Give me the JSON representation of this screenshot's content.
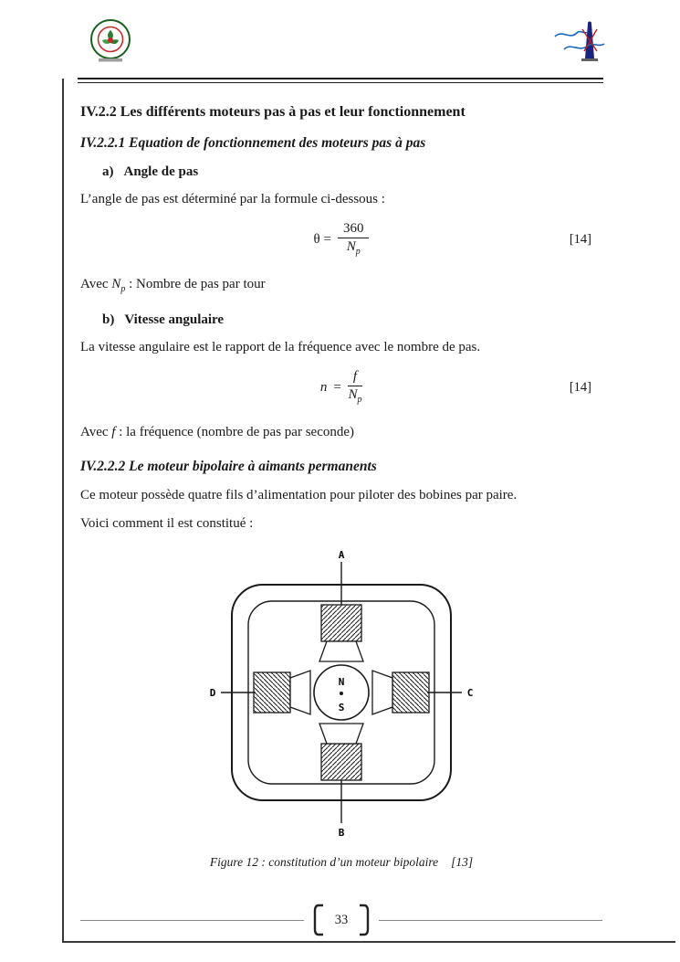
{
  "header": {
    "left_logo_icon": "university-emblem",
    "right_logo_icon": "electrical-engineering-emblem"
  },
  "content": {
    "h1": "IV.2.2 Les différents moteurs pas à pas et leur fonctionnement",
    "h2": "IV.2.2.1 Equation de fonctionnement des moteurs pas à pas",
    "item_a_label": "a)",
    "item_a_text": "Angle de pas",
    "p1": "L’angle de pas est déterminé par la formule ci-dessous :",
    "eq1": {
      "lhs": "θ =",
      "numerator": "360",
      "den_base": "N",
      "den_sub": "p",
      "ref": "[14]"
    },
    "avec1": {
      "pre": "Avec",
      "var": "N",
      "sub": "p",
      "post": " : Nombre de pas par tour"
    },
    "item_b_label": "b)",
    "item_b_text": "Vitesse angulaire",
    "p2": "La vitesse angulaire est le rapport de la fréquence avec le nombre de pas.",
    "eq2": {
      "var": "n",
      "equals": "=",
      "numerator": "f",
      "den_base": "N",
      "den_sub": "p",
      "ref": "[14]"
    },
    "avec2": {
      "pre": "Avec",
      "var": "f",
      "post": " : la fréquence (nombre de pas par seconde)"
    },
    "h3": "IV.2.2.2 Le moteur bipolaire à aimants permanents",
    "p3": "Ce moteur possède quatre fils d’alimentation pour piloter des bobines par paire.",
    "p4": "Voici comment il est constitué :"
  },
  "figure": {
    "labels": {
      "top": "A",
      "bottom": "B",
      "right": "C",
      "left": "D",
      "rotor_north": "N",
      "rotor_south": "S"
    },
    "caption": "Figure 12 : constitution d’un moteur bipolaire",
    "caption_ref": "[13]"
  },
  "footer": {
    "page_number": "33"
  }
}
